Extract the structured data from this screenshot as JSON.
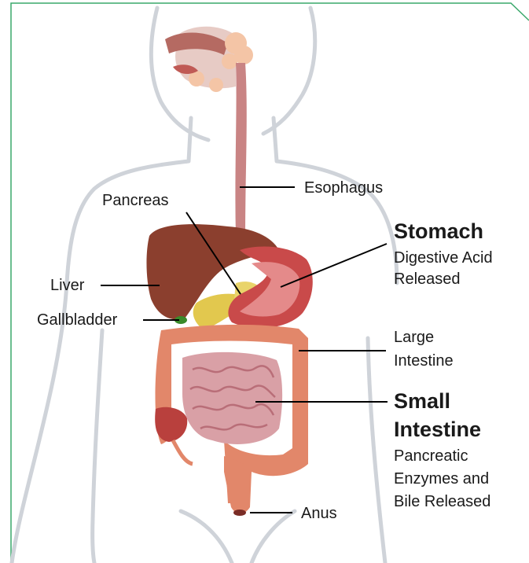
{
  "colors": {
    "body_outline": "#cfd3d9",
    "frame": "#3aa86b",
    "liver": "#8b3f2e",
    "stomach": "#c94a4a",
    "intestine": "#e2876a",
    "small_intestine": "#d9a0a6",
    "pancreas": "#e2c84e",
    "gallbladder": "#3a8a2a",
    "esophagus": "#c98484",
    "leader_line": "#000000"
  },
  "labels": {
    "esophagus": "Esophagus",
    "pancreas": "Pancreas",
    "stomach": "Stomach",
    "stomach_note_1": "Digestive Acid",
    "stomach_note_2": "Released",
    "liver": "Liver",
    "gallbladder": "Gallbladder",
    "large_intestine_1": "Large",
    "large_intestine_2": "Intestine",
    "small_intestine_1": "Small",
    "small_intestine_2": "Intestine",
    "small_note_1": "Pancreatic",
    "small_note_2": "Enzymes and",
    "small_note_3": "Bile Released",
    "anus": "Anus"
  }
}
